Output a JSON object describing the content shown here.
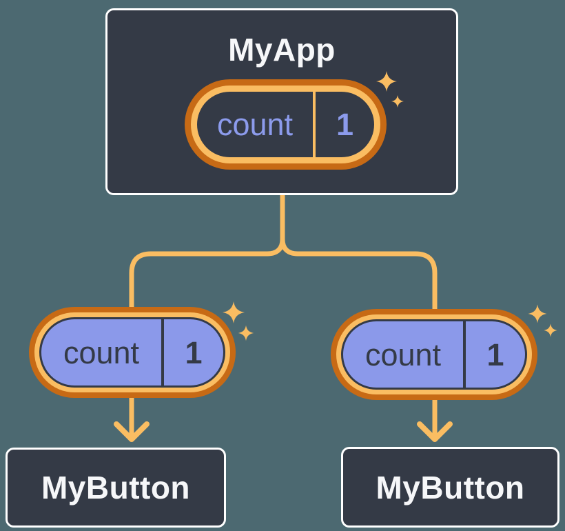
{
  "app": {
    "title": "MyApp",
    "state": {
      "label": "count",
      "value": "1"
    }
  },
  "children": [
    {
      "title": "MyButton",
      "prop": {
        "label": "count",
        "value": "1"
      }
    },
    {
      "title": "MyButton",
      "prop": {
        "label": "count",
        "value": "1"
      }
    }
  ],
  "icons": {
    "sparkle_large": "sparkle-icon",
    "sparkle_small": "sparkle-icon"
  },
  "colors": {
    "background": "#4C6971",
    "card_background": "#343A46",
    "card_border": "#FFFFFF",
    "card_text": "#F6F7F9",
    "ring_outer_orange": "#C76A15",
    "ring_inner_orange": "#FABD62",
    "connector_orange": "#FABD62",
    "pill_purple": "#8B99EA",
    "pill_text_dark": "#343A46",
    "state_text_purple": "#8C9BEC"
  }
}
